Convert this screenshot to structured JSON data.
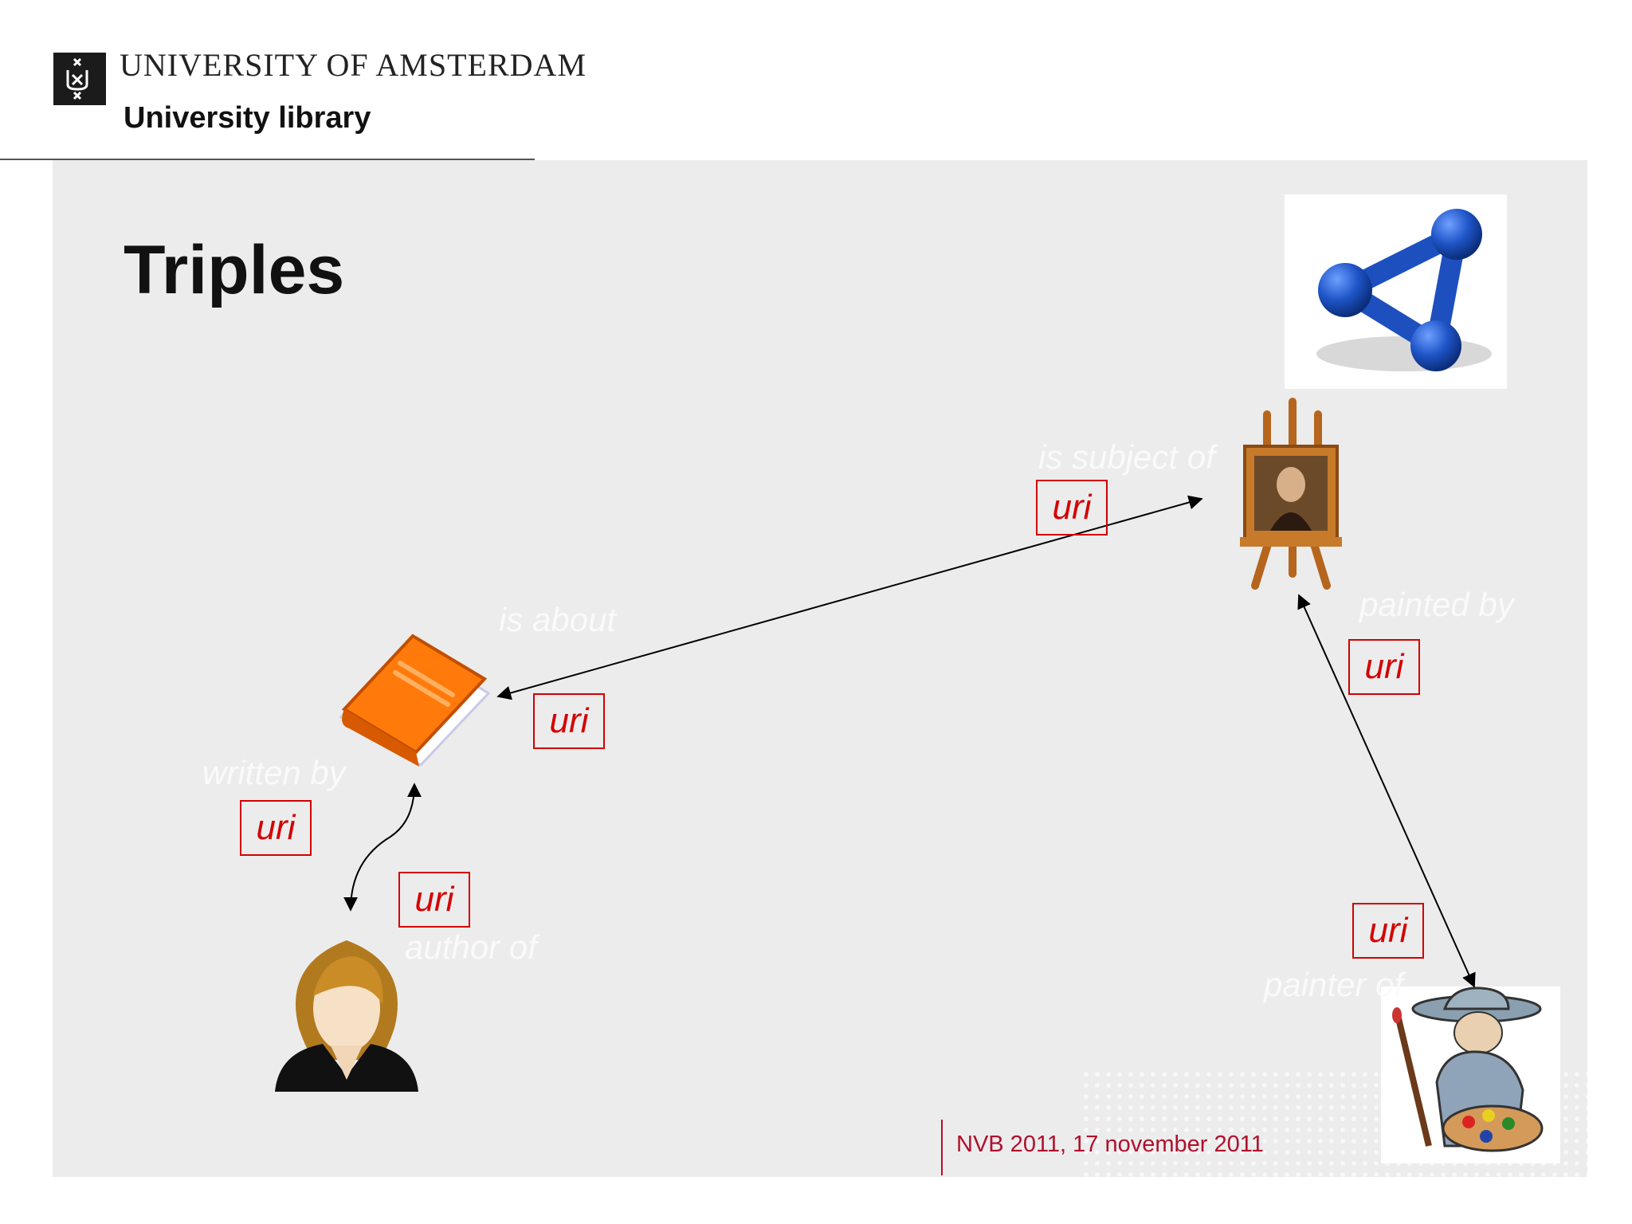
{
  "header": {
    "university": "UNIVERSITY OF AMSTERDAM",
    "library": "University library"
  },
  "slide": {
    "title": "Triples",
    "labels": {
      "is_subject_of": "is subject of",
      "is_about": "is about",
      "painted_by": "painted by",
      "written_by": "written by",
      "author_of": "author of",
      "painter_of": "painter of"
    },
    "uri_tags": [
      "uri",
      "uri",
      "uri",
      "uri",
      "uri",
      "uri"
    ]
  },
  "footer": {
    "text": "NVB 2011, 17 november 2011"
  },
  "icons": [
    "uva-logo-icon",
    "network-molecule-icon",
    "painting-easel-icon",
    "book-icon",
    "woman-avatar-icon",
    "painter-icon"
  ],
  "colors": {
    "uri_red": "#d40000",
    "footer_red": "#b0102d",
    "slide_bg": "#ececec"
  }
}
